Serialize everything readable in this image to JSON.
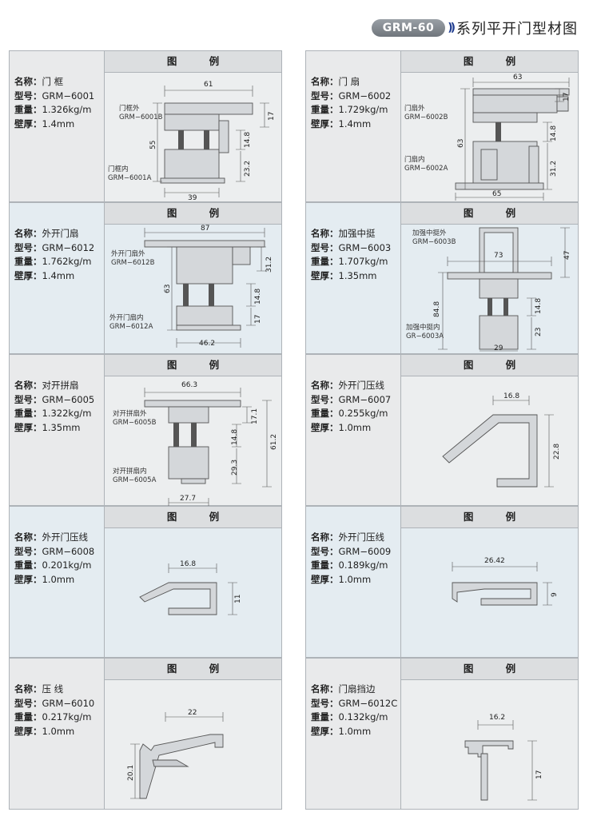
{
  "header": {
    "badge": "GRM-60",
    "chevrons": "))",
    "title": "系列平开门型材图"
  },
  "labels": {
    "name": "名称：",
    "model": "型号：",
    "weight": "重量：",
    "wall": "壁厚：",
    "panel": "图 例"
  },
  "cards": [
    {
      "name": "门  框",
      "model": "GRM−6001",
      "weight": "1.326kg/m",
      "wall": "1.4mm",
      "parts": [
        "门框外",
        "GRM−6001B",
        "门框内",
        "GRM−6001A"
      ],
      "dims": [
        "61",
        "55",
        "14.8",
        "23.2",
        "39",
        "17"
      ]
    },
    {
      "name": "门  扇",
      "model": "GRM−6002",
      "weight": "1.729kg/m",
      "wall": "1.4mm",
      "parts": [
        "门扇外",
        "GRM−6002B",
        "门扇内",
        "GRM−6002A"
      ],
      "dims": [
        "63",
        "17",
        "14.8",
        "63",
        "31.2",
        "65"
      ]
    },
    {
      "name": "外开门扇",
      "model": "GRM−6012",
      "weight": "1.762kg/m",
      "wall": "1.4mm",
      "parts": [
        "外开门扇外",
        "GRM−6012B",
        "外开门扇内",
        "GRM−6012A"
      ],
      "dims": [
        "87",
        "31.2",
        "63",
        "14.8",
        "17",
        "46.2"
      ]
    },
    {
      "name": "加强中挺",
      "model": "GRM−6003",
      "weight": "1.707kg/m",
      "wall": "1.35mm",
      "parts": [
        "加强中挺外",
        "GRM−6003B",
        "加强中挺内",
        "GR−6003A"
      ],
      "dims": [
        "73",
        "47",
        "84.8",
        "14.8",
        "23",
        "29"
      ]
    },
    {
      "name": "对开拼扇",
      "model": "GRM−6005",
      "weight": "1.322kg/m",
      "wall": "1.35mm",
      "parts": [
        "对开拼扇外",
        "GRM−6005B",
        "对开拼扇内",
        "GRM−6005A"
      ],
      "dims": [
        "66.3",
        "17.1",
        "14.8",
        "61.2",
        "29.3",
        "27.7"
      ]
    },
    {
      "name": "外开门压线",
      "model": "GRM−6007",
      "weight": "0.255kg/m",
      "wall": "1.0mm",
      "parts": [],
      "dims": [
        "16.8",
        "22.8"
      ]
    },
    {
      "name": "外开门压线",
      "model": "GRM−6008",
      "weight": "0.201kg/m",
      "wall": "1.0mm",
      "parts": [],
      "dims": [
        "16.8",
        "11"
      ]
    },
    {
      "name": "外开门压线",
      "model": "GRM−6009",
      "weight": "0.189kg/m",
      "wall": "1.0mm",
      "parts": [],
      "dims": [
        "26.42",
        "9"
      ]
    },
    {
      "name": "压  线",
      "model": "GRM−6010",
      "weight": "0.217kg/m",
      "wall": "1.0mm",
      "parts": [],
      "dims": [
        "22",
        "20.1"
      ]
    },
    {
      "name": "门扇挡边",
      "model": "GRM−6012C",
      "weight": "0.132kg/m",
      "wall": "1.0mm",
      "parts": [],
      "dims": [
        "16.2",
        "17"
      ]
    }
  ]
}
